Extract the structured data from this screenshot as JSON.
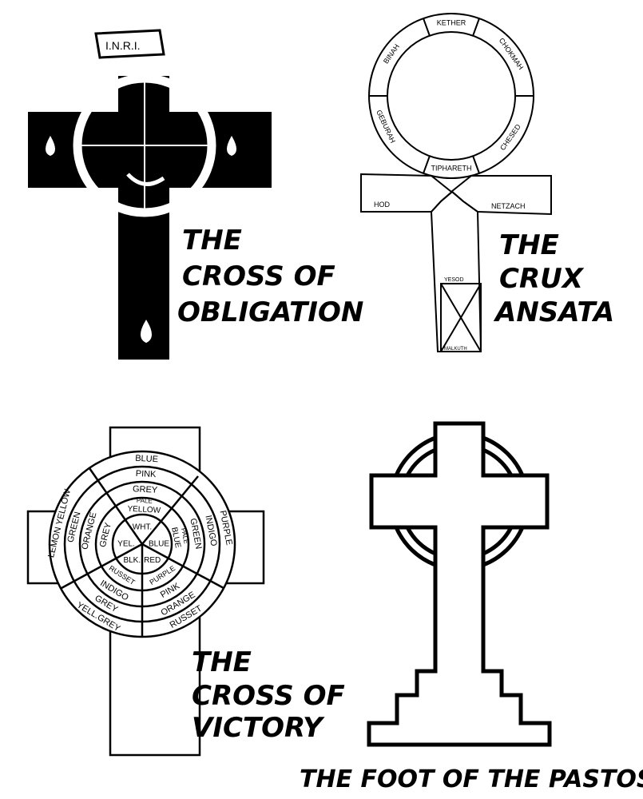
{
  "colors": {
    "ink": "#000000",
    "paper": "#ffffff"
  },
  "obligation": {
    "banner": "I.N.R.I.",
    "caption": [
      "THE",
      "CROSS OF",
      "OBLIGATION"
    ]
  },
  "ansata": {
    "ring_labels": [
      "KETHER",
      "CHOKMAH",
      "CHESED",
      "TIPHARETH",
      "GEBURAH",
      "BINAH"
    ],
    "arm_left": "HOD",
    "arm_right": "NETZACH",
    "yesod": "YESOD",
    "malkuth": "MALKUTH",
    "caption": [
      "THE",
      "CRUX",
      "ANSATA"
    ]
  },
  "victory": {
    "wheel_labels": [
      "BLUE",
      "PINK",
      "GREY",
      "PALE",
      "YELLOW",
      "WHT.",
      "PURPLE",
      "INDIGO",
      "GREEN",
      "PALE",
      "BLUE",
      "BLUE",
      "YEL.",
      "GREY",
      "ORANGE",
      "GREEN",
      "LEMON YELLOW",
      "BLK.",
      "RED",
      "RUSSET",
      "PURPLE",
      "INDIGO",
      "PINK",
      "GREY",
      "ORANGE",
      "YELL.GREY",
      "RUSSET"
    ],
    "caption": [
      "THE",
      "CROSS OF",
      "VICTORY"
    ]
  },
  "pastos": {
    "caption": "THE FOOT OF THE PASTOS"
  }
}
